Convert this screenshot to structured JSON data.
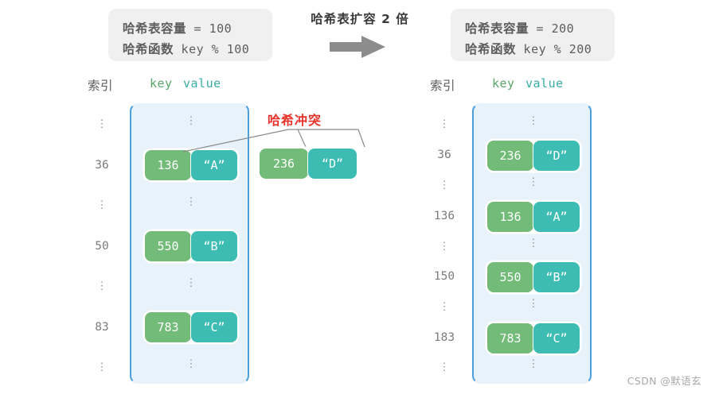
{
  "info_left": {
    "capacity_label": "哈希表容量",
    "capacity_value": " = 100",
    "function_label": "哈希函数",
    "function_value": " key % 100"
  },
  "info_right": {
    "capacity_label": "哈希表容量",
    "capacity_value": " = 200",
    "function_label": "哈希函数",
    "function_value": " key % 200"
  },
  "transform": {
    "label": "哈希表扩容 2 倍",
    "arrow_icon": "right-arrow-icon",
    "arrow_color": "#8c8c8c"
  },
  "headers": {
    "index": "索引",
    "key": "key",
    "value": "value",
    "key_color": "#5aa469",
    "value_color": "#3aada6"
  },
  "ellipsis": "⋮",
  "left_table": {
    "indices": [
      "⋮",
      "36",
      "⋮",
      "50",
      "⋮",
      "83",
      "⋮"
    ],
    "entries": [
      {
        "key": "136",
        "value": "“A”"
      },
      {
        "key": "550",
        "value": "“B”"
      },
      {
        "key": "783",
        "value": "“C”"
      }
    ],
    "border_color": "#4a9fdc",
    "fill_color": "#e7f2fb"
  },
  "right_table": {
    "indices": [
      "⋮",
      "36",
      "⋮",
      "136",
      "⋮",
      "150",
      "⋮",
      "183",
      "⋮"
    ],
    "entries": [
      {
        "key": "236",
        "value": "“D”"
      },
      {
        "key": "136",
        "value": "“A”"
      },
      {
        "key": "550",
        "value": "“B”"
      },
      {
        "key": "783",
        "value": "“C”"
      }
    ],
    "border_color": "#4a9fdc",
    "fill_color": "#e7f2fb"
  },
  "collision": {
    "label": "哈希冲突",
    "color": "#e8322a",
    "floating_entry": {
      "key": "236",
      "value": "“D”"
    }
  },
  "colors": {
    "key_box": "#72bb78",
    "value_box": "#3dbcb4",
    "info_box_bg": "#f0f0f0",
    "text_gray": "#5d5d5d"
  },
  "watermark": "CSDN @默语玄"
}
